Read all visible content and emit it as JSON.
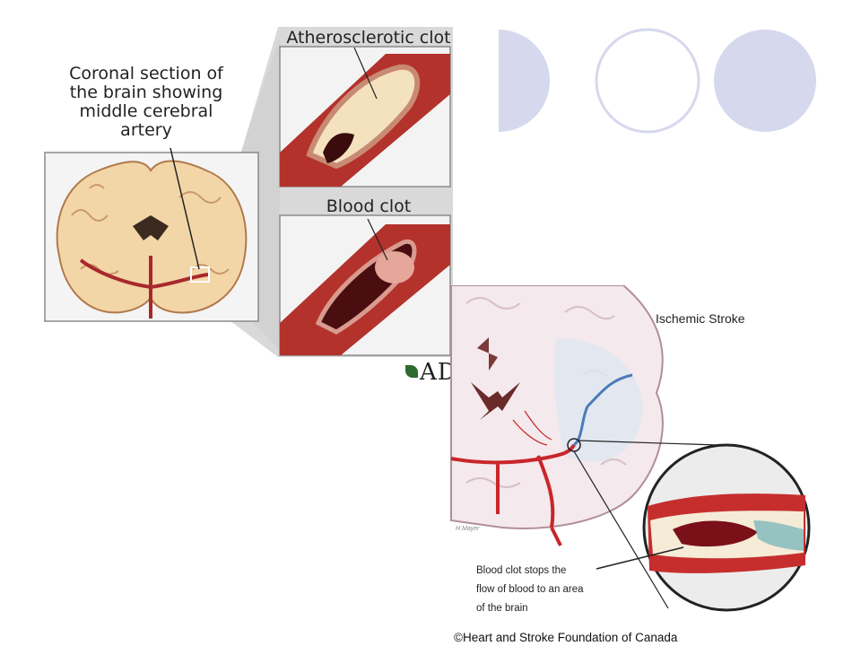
{
  "left_illustration": {
    "coronal_label": [
      "Coronal section of",
      "the brain showing",
      "middle cerebral",
      "artery"
    ],
    "atherosclerotic_label": "Atherosclerotic clot",
    "blood_clot_label": "Blood clot",
    "logo_text": "ADAM"
  },
  "decorative_circles": {
    "fill_color": "#d6d8ee",
    "stroke_color": "#d6d8ee"
  },
  "right_illustration": {
    "title": "Ischemic Stroke",
    "caption": [
      "Blood clot stops the",
      "flow of blood to an area",
      "of the brain"
    ],
    "artist": "H.Mayer"
  },
  "footer": {
    "copyright": "©Heart and Stroke Foundation of Canada"
  }
}
